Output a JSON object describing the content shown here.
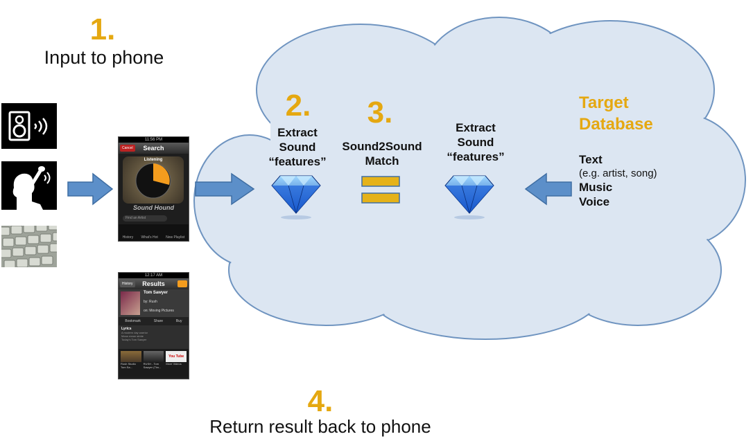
{
  "step1": {
    "number": "1.",
    "caption": "Input to phone"
  },
  "step2": {
    "number": "2.",
    "label": [
      "Extract",
      "Sound",
      "“features”"
    ]
  },
  "step3": {
    "number": "3.",
    "label": [
      "Sound2Sound",
      "Match"
    ]
  },
  "step3b": {
    "label": [
      "Extract",
      "Sound",
      "“features”"
    ]
  },
  "step4": {
    "number": "4.",
    "caption": "Return result back to phone"
  },
  "database": {
    "title": [
      "Target",
      "Database"
    ],
    "text_label": "Text",
    "text_sub": "(e.g. artist, song)",
    "music_label": "Music",
    "voice_label": "Voice"
  },
  "phone_search": {
    "status": "11:56 PM",
    "title": "Search",
    "cancel": "Cancel",
    "listening": "Listening",
    "brand": "Sound Hound",
    "search_placeholder": "Find an Artist",
    "tabs": [
      "History",
      "What's Hot",
      "New Playlist"
    ]
  },
  "phone_results": {
    "status": "12:17 AM",
    "title": "Results",
    "history": "History",
    "song": "Tom Sawyer",
    "artist": "by: Rush",
    "album": "on: Moving Pictures",
    "actions": [
      "Bookmark",
      "Share",
      "Buy"
    ],
    "lyrics_title": "Lyrics",
    "lyrics_lines": [
      "A modern day warrior",
      "Mean mean stride",
      "Today's Tom Sawyer"
    ],
    "videos": [
      "Rush Studio Tom Sa...",
      "RUSH - Tom Sawyer (Tim...",
      "More Videos"
    ],
    "youtube": "You Tube"
  },
  "colors": {
    "accent_gold": "#e5a811",
    "cloud_fill": "#dce6f2",
    "cloud_stroke": "#6f94c0",
    "arrow_fill": "#5c8fc9"
  },
  "icons": [
    "speaker-icon",
    "voice-singer-icon",
    "keyboard-icon",
    "diamond-icon",
    "equals-icon",
    "arrow-right-icon",
    "arrow-left-icon"
  ]
}
